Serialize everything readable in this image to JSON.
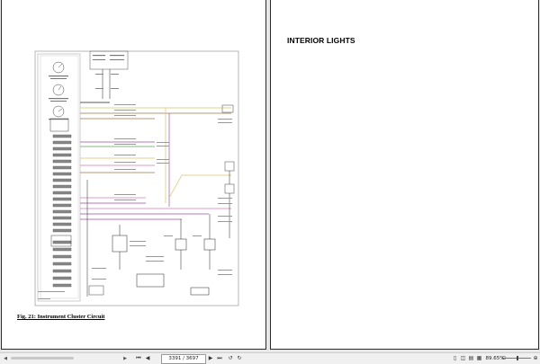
{
  "left_page": {
    "figure_caption": "Fig. 21: Instrument Cluster Circuit"
  },
  "right_page": {
    "section_title": "INTERIOR LIGHTS"
  },
  "statusbar": {
    "page_counter": "3391 / 3697",
    "zoom_level": "89.65%",
    "zoom_fraction": 0.45,
    "icons": [
      "scroll-left-arrow",
      "scroll-right-arrow",
      "first-page-icon",
      "previous-page-icon",
      "next-page-icon",
      "last-page-icon",
      "back-icon",
      "forward-icon",
      "single-page-view-icon",
      "two-page-view-icon",
      "continuous-view-icon",
      "facing-view-icon",
      "zoom-out-icon",
      "zoom-in-icon"
    ]
  },
  "colors": {
    "wire_yellow": "#d7c46a",
    "wire_purple": "#a24aa8",
    "wire_pink": "#d67ab8",
    "wire_green": "#5aa05a",
    "wire_brown": "#a0704a",
    "wire_black": "#222222"
  }
}
